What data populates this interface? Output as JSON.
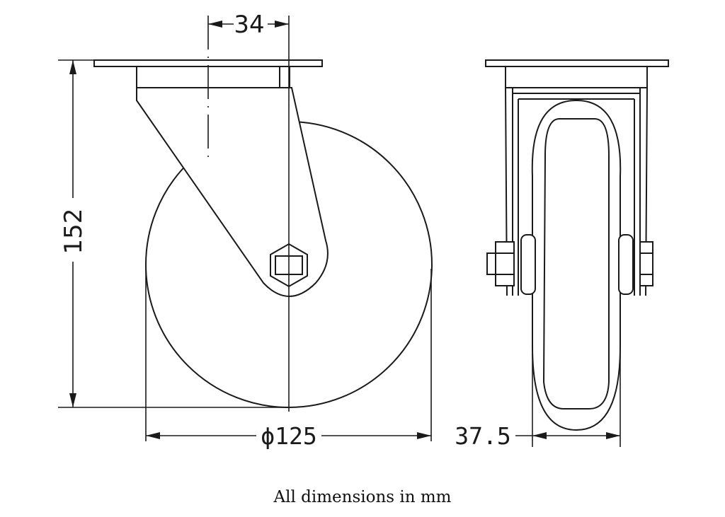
{
  "dimensions": {
    "top_offset": "34",
    "height": "152",
    "wheel_diameter": "ϕ125",
    "wheel_width": "37.5"
  },
  "caption": "All dimensions in mm",
  "colors": {
    "line": "#1a1a1a",
    "background": "#ffffff"
  }
}
